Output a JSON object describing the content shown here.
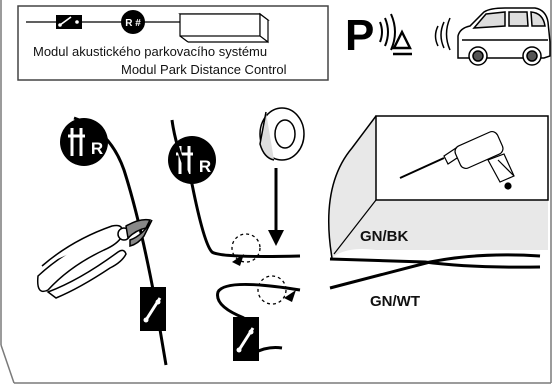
{
  "module_box": {
    "label_cz": "Modul akustického parkovacího systému",
    "label_en": "Modul Park Distance Control",
    "fuse_symbol": "R #"
  },
  "pdc_sign": {
    "letter": "P",
    "icon": "park-distance-sensor-icon"
  },
  "wires": {
    "gn_bk": "GN/BK",
    "gn_wt": "GN/WT"
  },
  "relay_badge": {
    "text": "R"
  },
  "icons": [
    "switch-icon",
    "fuse-symbol-icon",
    "control-module-icon",
    "car-icon",
    "sound-waves-icon",
    "cutting-pliers-icon",
    "insulating-tape-icon",
    "drill-icon"
  ],
  "colors": {
    "ink": "#000000",
    "panel_border": "#444444",
    "outer_frame": "#7a7a7a",
    "detail_fill": "#e8e8e8"
  }
}
